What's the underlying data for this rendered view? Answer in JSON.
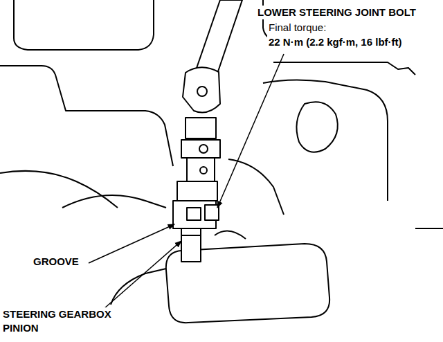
{
  "diagram": {
    "labels": [
      "LOWER STEERING JOINT BOLT",
      "Final torque:",
      "22 N·m (2.2 kgf·m, 16 lbf·ft)",
      "GROOVE",
      "STEERING GEARBOX PINION"
    ]
  }
}
